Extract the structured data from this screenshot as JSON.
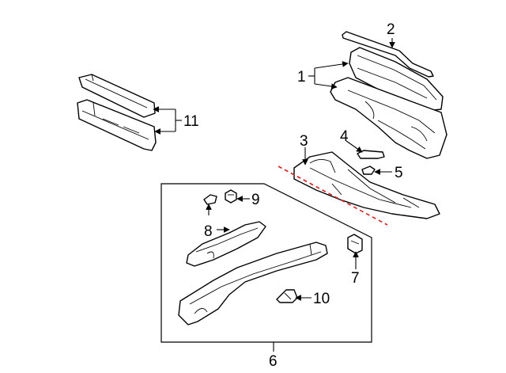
{
  "callouts": {
    "c1": "1",
    "c2": "2",
    "c3": "3",
    "c4": "4",
    "c5": "5",
    "c6": "6",
    "c7": "7",
    "c8": "8",
    "c9": "9",
    "c10": "10",
    "c11": "11"
  },
  "colors": {
    "line": "#000000",
    "cut_line": "#d92020",
    "background": "#ffffff"
  }
}
